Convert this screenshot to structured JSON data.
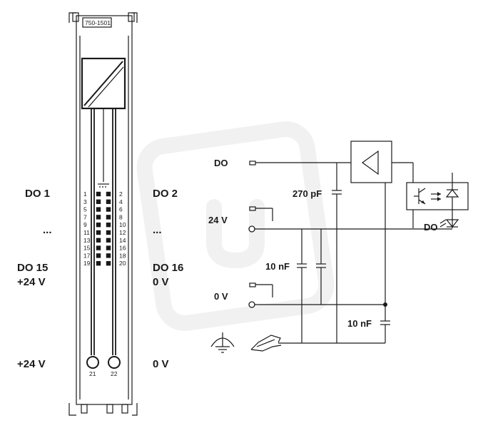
{
  "module": {
    "model_number": "750-1501",
    "terminal_numbers": [
      "1",
      "2",
      "3",
      "4",
      "5",
      "6",
      "7",
      "8",
      "9",
      "10",
      "11",
      "12",
      "13",
      "14",
      "15",
      "16",
      "17",
      "18",
      "19",
      "20"
    ],
    "bottom_terminals": [
      "21",
      "22"
    ]
  },
  "left_labels": {
    "do1": "DO 1",
    "ellipsis": "...",
    "do15": "DO 15",
    "plus24_row": "+24 V",
    "plus24_bottom": "+24 V"
  },
  "right_labels": {
    "do2": "DO 2",
    "ellipsis": "...",
    "do16": "DO 16",
    "zero_row": "0 V",
    "zero_bottom": "0 V"
  },
  "schematic": {
    "do": "DO",
    "v24": "24 V",
    "v0": "0 V",
    "cap_270": "270 pF",
    "cap_10_left": "10 nF",
    "cap_10_right": "10 nF",
    "do_led": "DO"
  }
}
